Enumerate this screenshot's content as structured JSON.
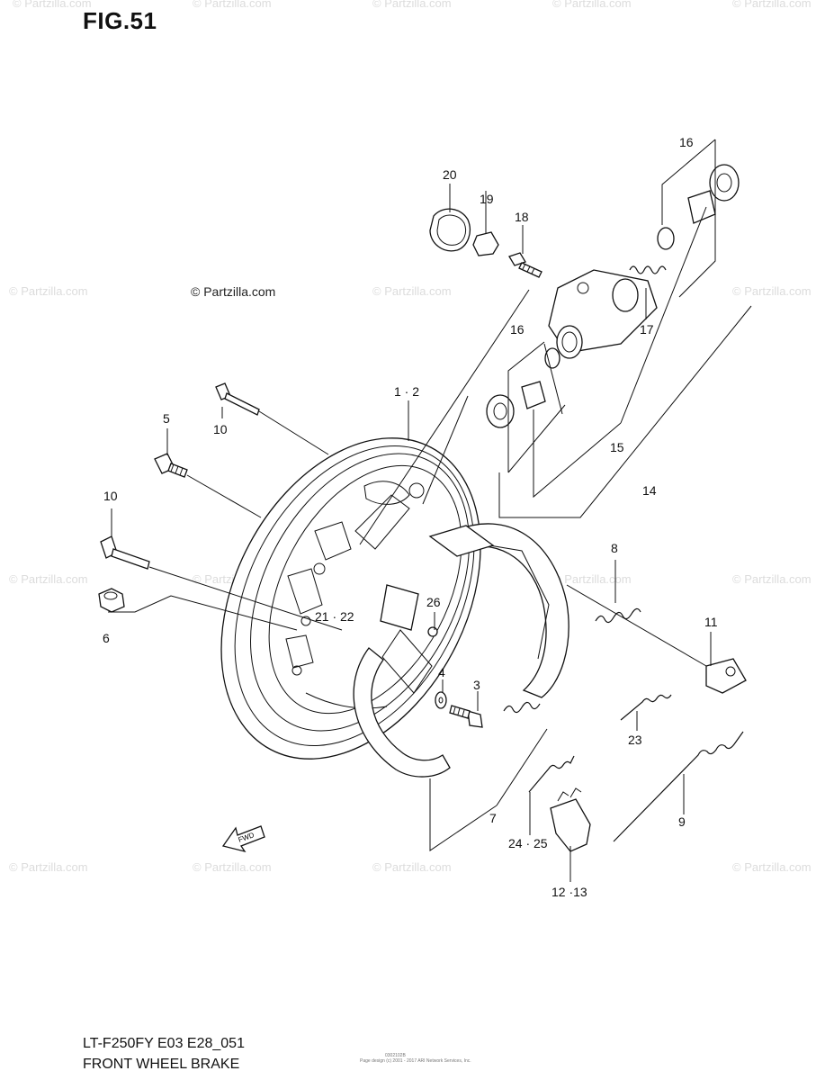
{
  "figure": {
    "title": "FIG.51",
    "model_code": "LT-F250FY E03 E28_051",
    "section_name": "FRONT WHEEL BRAKE",
    "watermark": "© Partzilla.com",
    "watermark_main": "© Partzilla.com",
    "fwd_label": "FWD",
    "tiny_code": "0302102B",
    "tiny_copyright": "Page design (c) 2001 - 2017 ARI Network Services, Inc."
  },
  "part_labels": {
    "p1_2": "1 · 2",
    "p3": "3",
    "p4": "4",
    "p5": "5",
    "p6": "6",
    "p7": "7",
    "p8": "8",
    "p9": "9",
    "p10a": "10",
    "p10b": "10",
    "p11": "11",
    "p12_13": "12 ·13",
    "p14": "14",
    "p15": "15",
    "p16a": "16",
    "p16b": "16",
    "p17": "17",
    "p18": "18",
    "p19": "19",
    "p20": "20",
    "p21_22": "21 · 22",
    "p23": "23",
    "p24_25": "24 · 25",
    "p26": "26"
  }
}
